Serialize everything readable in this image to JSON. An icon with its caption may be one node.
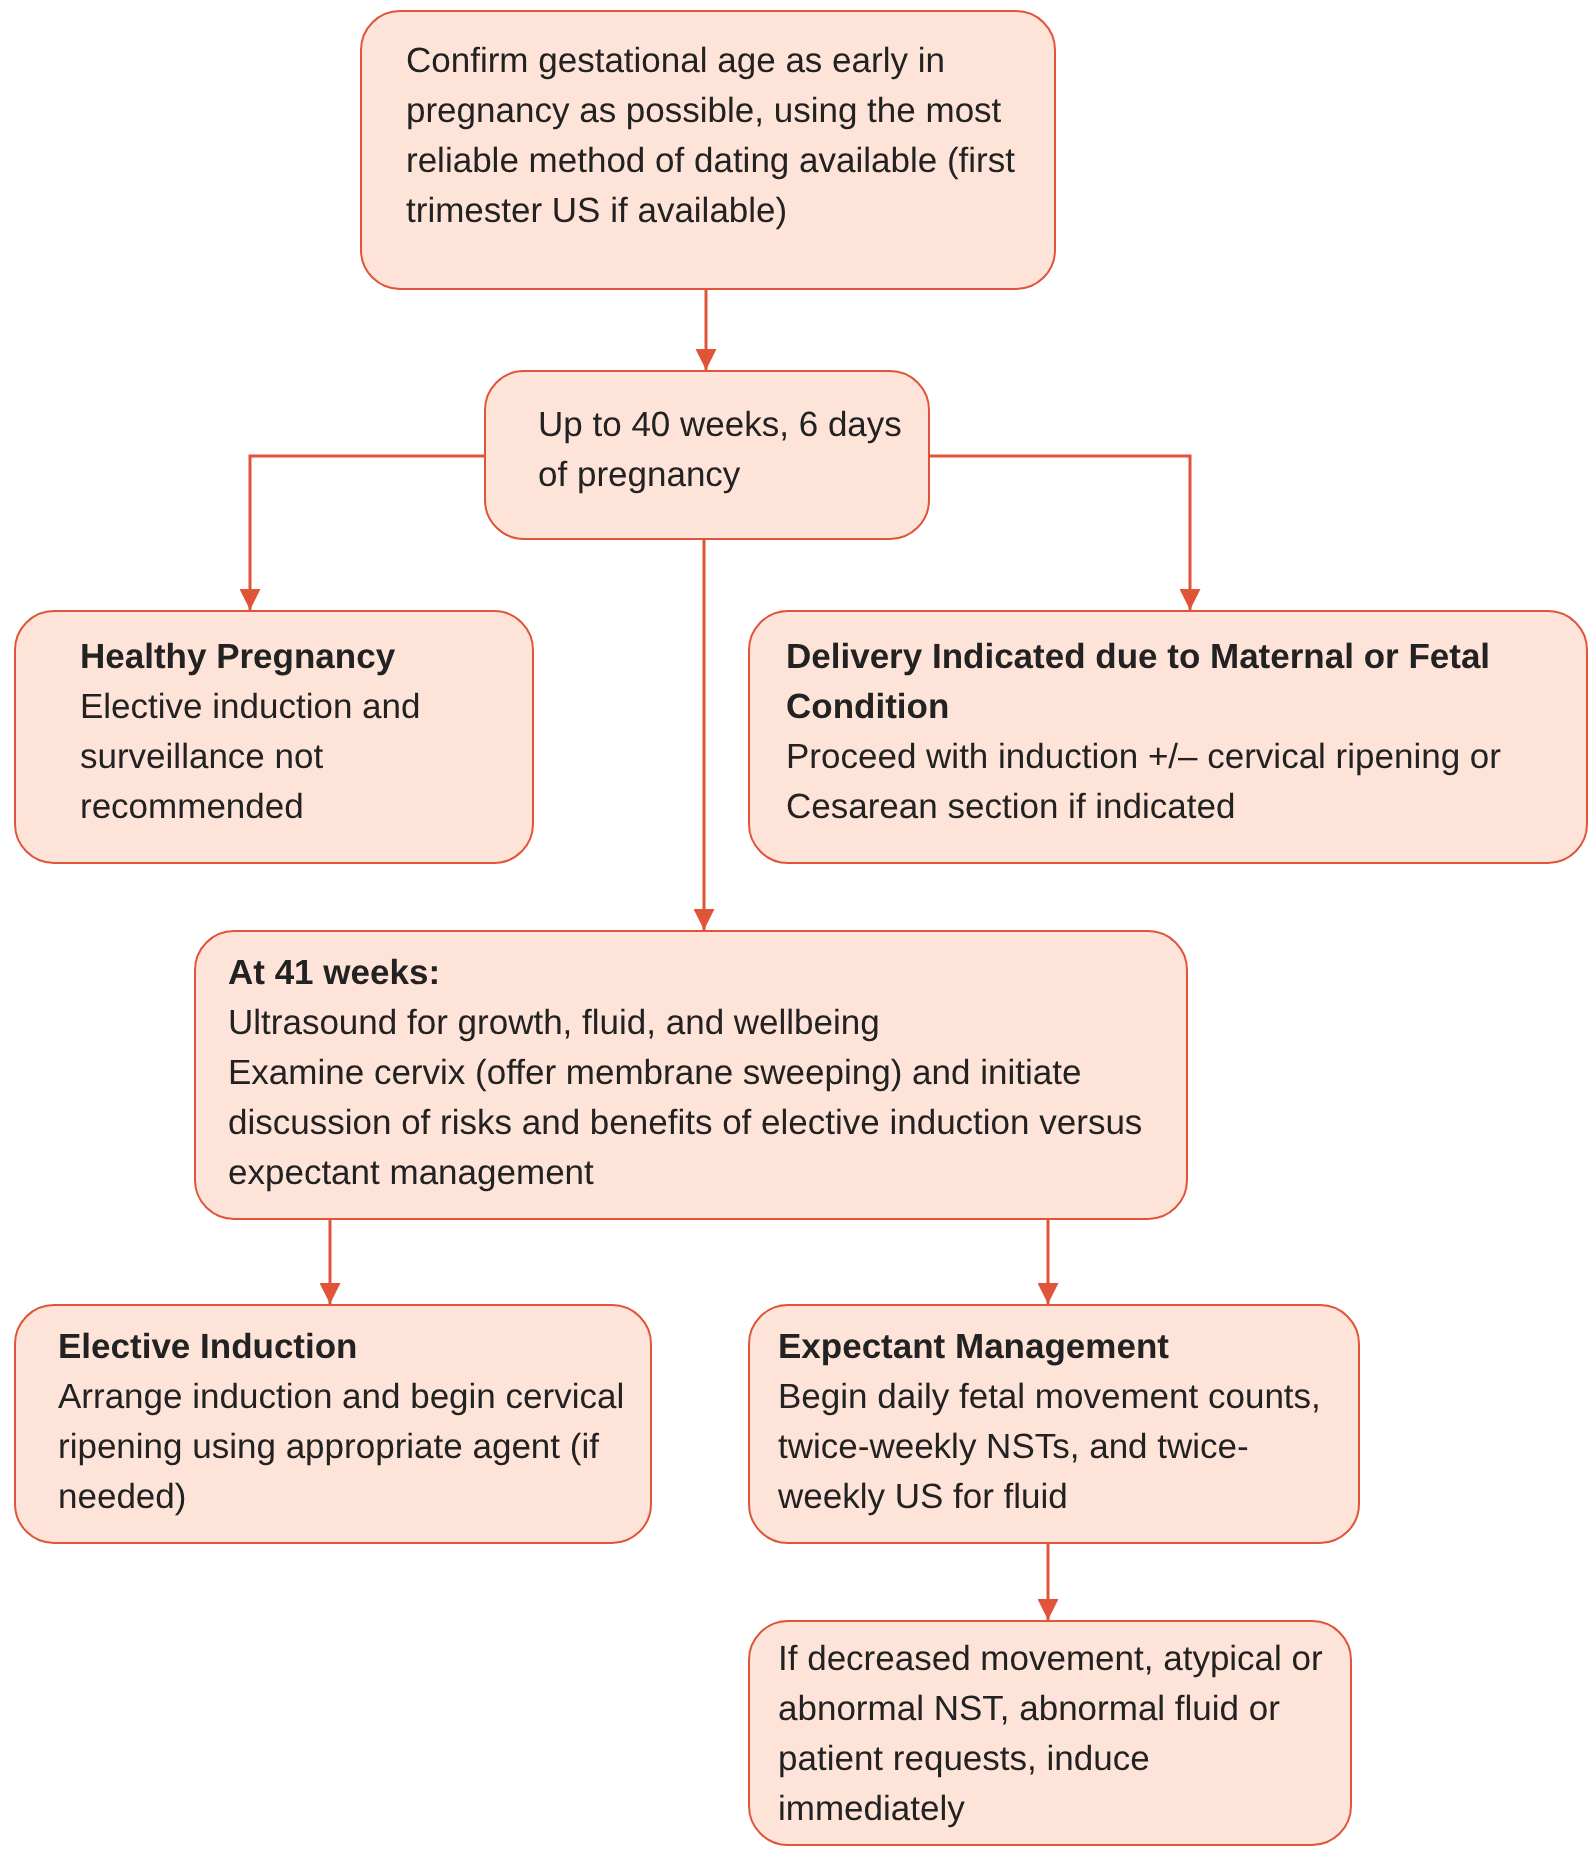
{
  "diagram": {
    "nodes": [
      {
        "text": [
          "Confirm gestational age as early in pregnancy as possible, using the most reliable method of dating available (first trimester US if available)"
        ]
      },
      {
        "text": [
          "Up to 40 weeks, 6 days of pregnancy"
        ]
      },
      {
        "text": [
          "Healthy Pregnancy",
          "Elective induction and surveillance not recommended"
        ]
      },
      {
        "text": [
          "Delivery Indicated due to Maternal or Fetal Condition",
          "Proceed with induction +/– cervical ripening or Cesarean section if indicated"
        ]
      },
      {
        "text": [
          "At 41 weeks:",
          "Ultrasound for growth, fluid, and wellbeing",
          "Examine cervix (offer membrane sweeping) and initiate discussion of risks and benefits of elective induction versus expectant management"
        ]
      },
      {
        "text": [
          "Elective Induction",
          "Arrange induction and begin cervical ripening using appropriate agent (if needed)"
        ]
      },
      {
        "text": [
          "Expectant Management",
          "Begin daily fetal movement counts, twice-weekly NSTs, and twice-weekly US for fluid"
        ]
      },
      {
        "text": [
          "If decreased movement, atypical or abnormal NST, abnormal fluid or patient requests, induce immediately"
        ]
      }
    ],
    "edges": [
      {
        "from": 0,
        "to": 1,
        "arrow": "to"
      },
      {
        "from": 1,
        "to": 2,
        "arrow": "to"
      },
      {
        "from": 1,
        "to": 3,
        "arrow": "to"
      },
      {
        "from": 1,
        "to": 4,
        "arrow": "to"
      },
      {
        "from": 4,
        "to": 5,
        "arrow": "to"
      },
      {
        "from": 4,
        "to": 6,
        "arrow": "to"
      },
      {
        "from": 6,
        "to": 7,
        "arrow": "to"
      }
    ]
  }
}
